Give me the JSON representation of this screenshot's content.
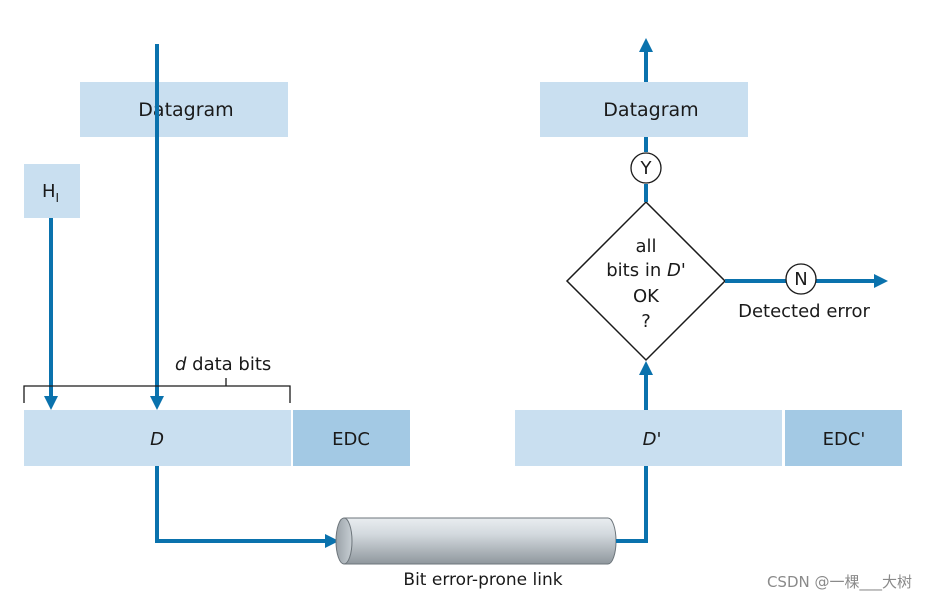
{
  "sender": {
    "datagram_label": "Datagram",
    "header_label": "H",
    "header_subscript": "I",
    "data_bits_var": "d",
    "data_bits_text": " data bits",
    "data_field_label": "D",
    "edc_label": "EDC"
  },
  "channel": {
    "link_label": "Bit error-prone link"
  },
  "receiver": {
    "data_field_label": "D'",
    "edc_label": "EDC'",
    "decision_line1": "all",
    "decision_line2_prefix": "bits in ",
    "decision_line2_var": "D'",
    "decision_line3": "OK",
    "decision_line4": "?",
    "yes_label": "Y",
    "no_label": "N",
    "detected_error_label": "Detected error",
    "datagram_label": "Datagram"
  },
  "watermark": "CSDN @一棵___大树",
  "colors": {
    "light_box": "#c9dff0",
    "edc_box": "#a3c9e4",
    "arrow_blue": "#0a72ad"
  },
  "icons": {
    "link": "cylinder-cable-icon"
  }
}
